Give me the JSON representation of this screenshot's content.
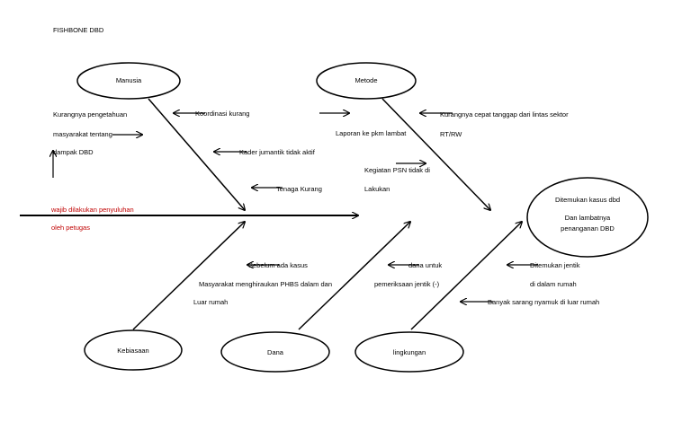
{
  "title": "FISHBONE DBD",
  "colors": {
    "line": "#000000",
    "note": "#c00000"
  },
  "categories": {
    "manusia": "Manusia",
    "metode": "Metode",
    "kebiasaan": "Kebiasaan",
    "dana": "Dana",
    "lingkungan": "lingkungan"
  },
  "head": {
    "line1": "Ditemukan kasus dbd",
    "line2": "Dan lambatnya",
    "line3": "penanganan DBD"
  },
  "causes": {
    "manusia": {
      "kurangnya_1": "Kurangnya pengetahuan",
      "kurangnya_2": "masyarakat tentang",
      "kurangnya_3": "dampak DBD",
      "koordinasi": "Koordinasi kurang",
      "kader": "Kader jumantik tidak aktif",
      "tenaga": "Tenaga Kurang"
    },
    "metode": {
      "laporan": "Laporan ke pkm lambat",
      "kurangnya_cepat": "Kurangnya cepat tanggap dari lintas sektor",
      "rtrw": "RT/RW",
      "psn_1": "Kegiatan PSN tidak di",
      "psn_2": "Lakukan"
    },
    "kebiasaan": {
      "sebelum": "Sebelum ada kasus",
      "masyarakat": "Masyarakat menghiraukan PHBS dalam dan",
      "luar": "Luar rumah"
    },
    "dana": {
      "dana_untuk": "dana untuk",
      "pemeriksaan": "pemeriksaan jentik (-)"
    },
    "lingkungan": {
      "ditemukan": "Ditemukan jentik",
      "didalam": "di dalam rumah",
      "banyak": "Banyak sarang nyamuk di luar rumah"
    }
  },
  "note": {
    "line1": "wajib dilakukan penyuluhan",
    "line2": "oleh petugas"
  }
}
